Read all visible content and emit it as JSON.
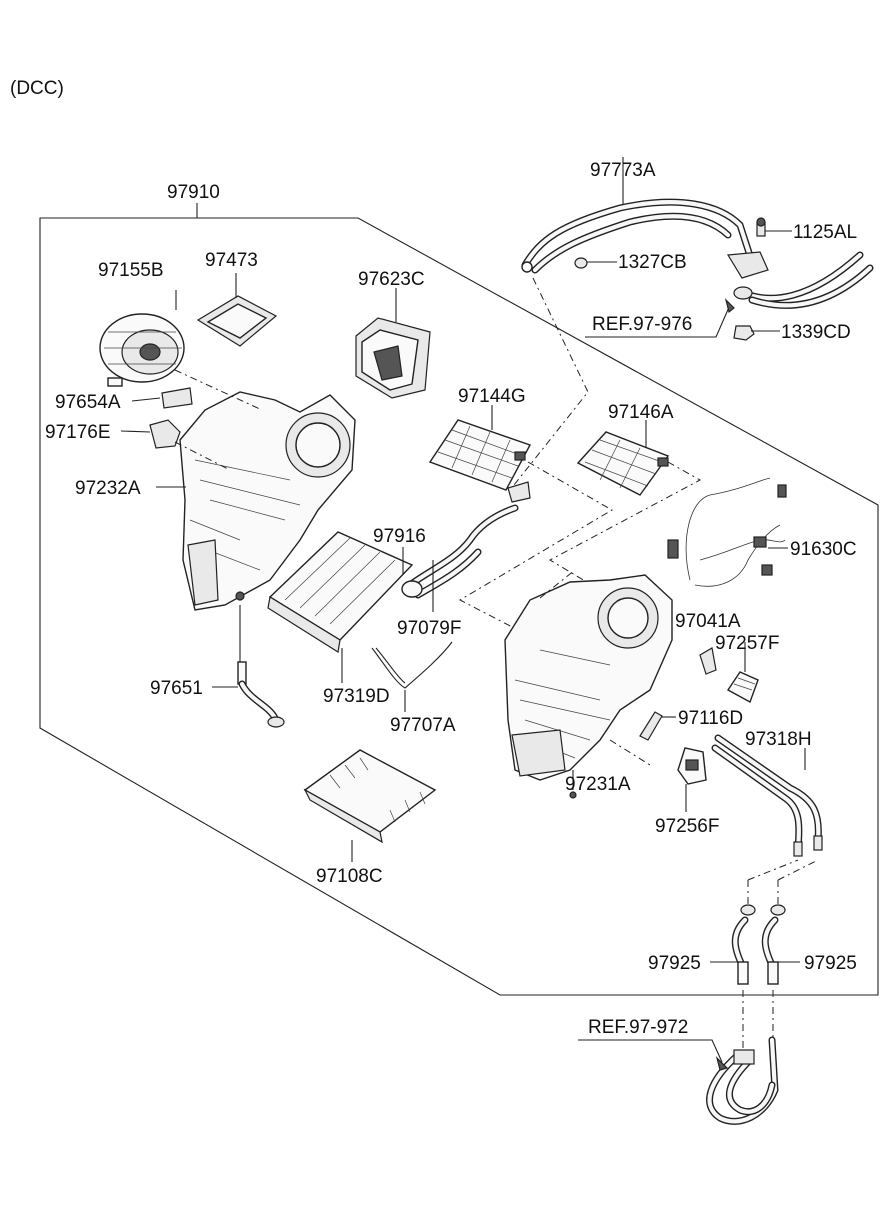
{
  "header": {
    "variant": "(DCC)"
  },
  "labels": {
    "assembly": "97910",
    "hose_97773A": "97773A",
    "bolt_1125AL": "1125AL",
    "clip_1327CB": "1327CB",
    "ref_97976": "REF.97-976",
    "nut_1339CD": "1339CD",
    "motor_97155B": "97155B",
    "seal_97473": "97473",
    "duct_97623C": "97623C",
    "pad_97654A": "97654A",
    "resistor_97176E": "97176E",
    "filter_97144G": "97144G",
    "filter_97146A": "97146A",
    "case_97232A": "97232A",
    "evaporator_97916": "97916",
    "harness_91630C": "91630C",
    "pipe_97079F": "97079F",
    "actuator_97041A": "97041A",
    "actuator_97257F": "97257F",
    "hose_97651": "97651",
    "core_97319D": "97319D",
    "lever_97116D": "97116D",
    "rod_97707A": "97707A",
    "pipe_97318H": "97318H",
    "case_97231A": "97231A",
    "actuator_97256F": "97256F",
    "cover_97108C": "97108C",
    "hose_97925_left": "97925",
    "hose_97925_right": "97925",
    "ref_97972": "REF.97-972"
  }
}
